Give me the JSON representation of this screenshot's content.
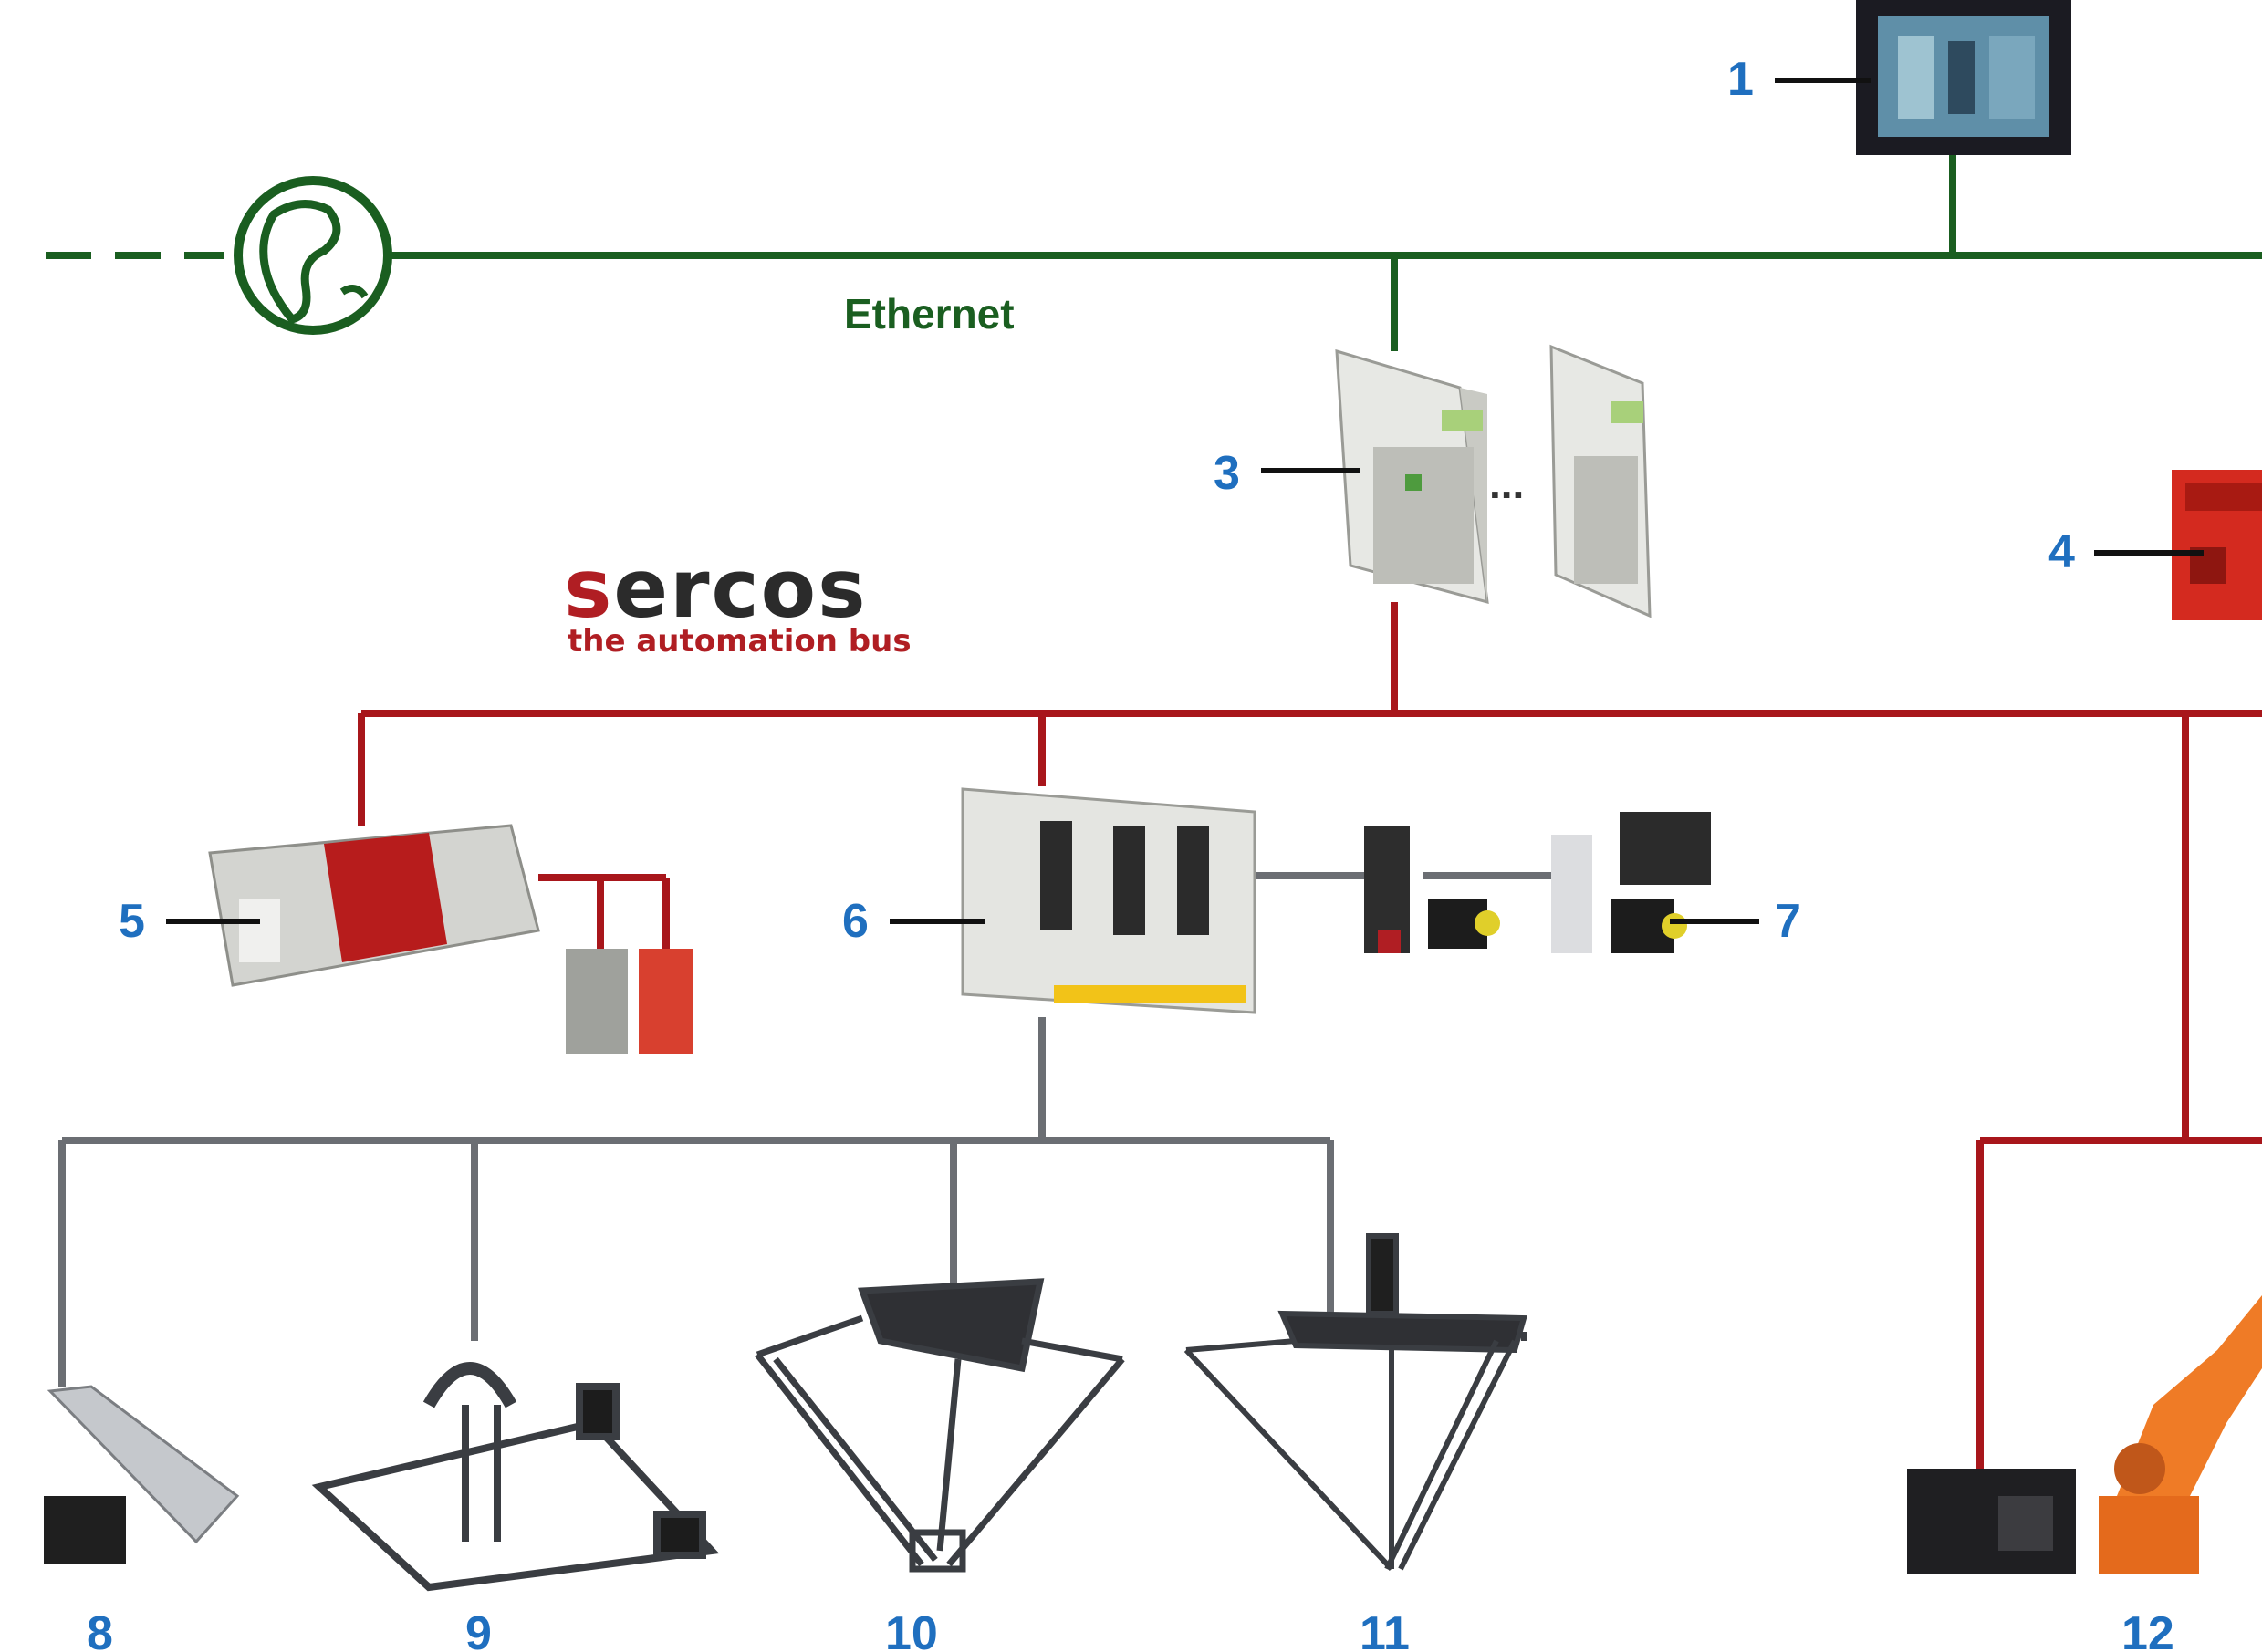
{
  "network": {
    "ethernet_label": "Ethernet",
    "ellipsis": "...",
    "colors": {
      "ethernet": "#1a5e20",
      "sercos": "#a8161b",
      "drive_bus": "#6b6e73",
      "label": "#1f6fbf"
    }
  },
  "sercos_logo": {
    "first_letter": "s",
    "rest": "ercos",
    "tagline": "the automation bus"
  },
  "callouts": [
    "1",
    "3",
    "4",
    "5",
    "6",
    "7",
    "8",
    "9",
    "10",
    "11",
    "12"
  ],
  "icons": [
    "globe-icon",
    "hmi-panel-icon",
    "motion-controller-icon",
    "safety-controller-icon",
    "io-module-icon",
    "servo-drive-icon",
    "servo-motor-icon",
    "linear-axis-icon",
    "gantry-icon",
    "delta-robot-icon",
    "robot-controller-icon",
    "industrial-robot-icon"
  ]
}
